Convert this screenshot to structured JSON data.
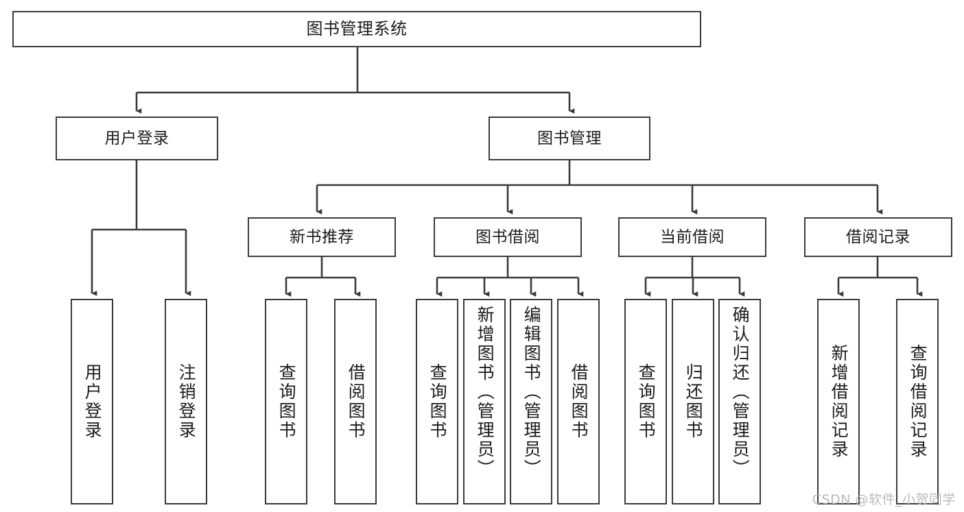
{
  "diagram": {
    "type": "tree-hierarchy-chart",
    "title": "图书管理系统",
    "watermark": "CSDN @软件_小贺同学",
    "colors": {
      "box_border": "#3a3a3a",
      "box_fill": "#ffffff",
      "connector": "#3a3a3a",
      "text": "#1b1b1b",
      "watermark": "#b9b9b9",
      "background": "#ffffff"
    },
    "levels": {
      "root": "图书管理系统",
      "level1": [
        "用户登录",
        "图书管理"
      ],
      "level2": [
        "新书推荐",
        "图书借阅",
        "当前借阅",
        "借阅记录"
      ]
    },
    "nodes": {
      "root": {
        "label": "图书管理系统"
      },
      "user_login": {
        "label": "用户登录"
      },
      "book_manage": {
        "label": "图书管理"
      },
      "new_book_rec": {
        "label": "新书推荐"
      },
      "book_borrow": {
        "label": "图书借阅"
      },
      "current_borrow": {
        "label": "当前借阅"
      },
      "borrow_record": {
        "label": "借阅记录"
      },
      "leaf_user_login": {
        "label": "用户登录"
      },
      "leaf_logout": {
        "label": "注销登录"
      },
      "leaf_query_book_1": {
        "label": "查询图书"
      },
      "leaf_borrow_book_1": {
        "label": "借阅图书"
      },
      "leaf_query_book_2": {
        "label": "查询图书"
      },
      "leaf_add_book": {
        "label": "新增图书（管理员）"
      },
      "leaf_edit_book": {
        "label": "编辑图书（管理员）"
      },
      "leaf_borrow_book_2": {
        "label": "借阅图书"
      },
      "leaf_query_book_3": {
        "label": "查询图书"
      },
      "leaf_return_book": {
        "label": "归还图书"
      },
      "leaf_confirm_return": {
        "label": "确认归还（管理员）"
      },
      "leaf_add_record": {
        "label": "新增借阅记录"
      },
      "leaf_query_record": {
        "label": "查询借阅记录"
      }
    }
  }
}
